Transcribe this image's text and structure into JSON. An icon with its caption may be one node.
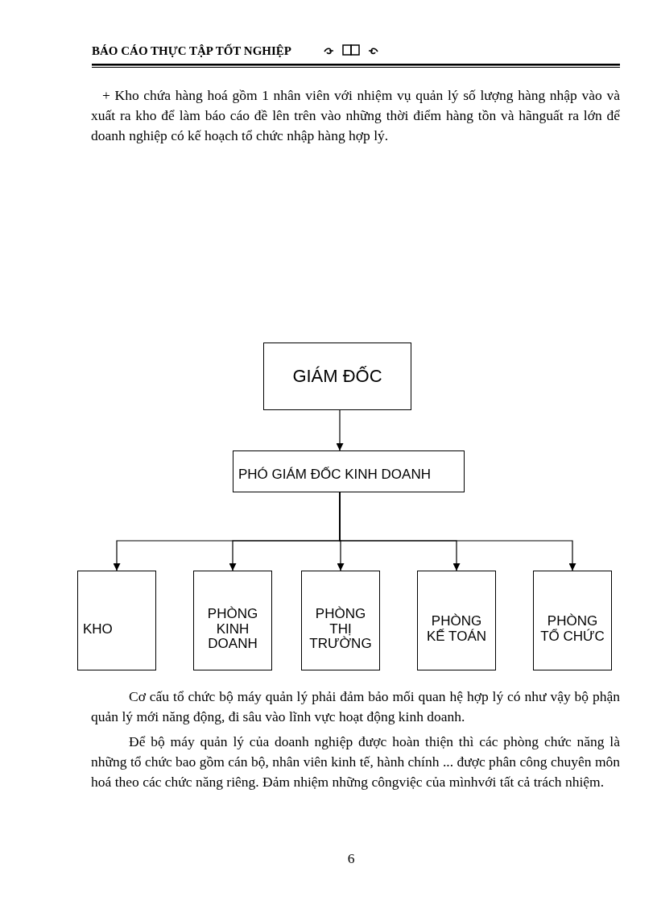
{
  "diagram": {
    "title": "BÁO CÁO THỰC TẬP TỐT NGHIỆP",
    "nodes": [
      {
        "text": [
          "GIÁM ĐỐC"
        ]
      },
      {
        "text": [
          "PHÓ GIÁM ĐỐC KINH DOANH"
        ]
      },
      {
        "text": [
          "KHO"
        ]
      },
      {
        "text": [
          "PHÒNG KINH DOANH"
        ]
      },
      {
        "text": [
          "PHÒNG THỊ TRƯỜNG"
        ]
      },
      {
        "text": [
          "PHÒNG KẾ TOÁN"
        ]
      },
      {
        "text": [
          "PHÒNG TỔ CHỨC"
        ]
      }
    ],
    "edges": [
      {
        "from": 0,
        "to": 1,
        "arrow": "to"
      },
      {
        "from": 1,
        "to": 2,
        "arrow": "to"
      },
      {
        "from": 1,
        "to": 3,
        "arrow": "to"
      },
      {
        "from": 1,
        "to": 4,
        "arrow": "to"
      },
      {
        "from": 1,
        "to": 5,
        "arrow": "to"
      },
      {
        "from": 1,
        "to": 6,
        "arrow": "to"
      }
    ],
    "labels": [
      "+ Kho chứa hàng hoá gồm 1 nhân viên với nhiệm vụ quản lý số lượng hàng nhập vào và xuất ra kho để làm báo cáo đề lên trên vào những thời điểm hàng tồn và hãnguất ra lớn để doanh nghiệp có kế hoạch tổ chức nhập hàng hợp lý.",
      "Cơ cấu tổ chức bộ máy quản lý phải đảm bảo mối quan hệ hợp lý có như vậy bộ phận quản lý mới năng động, đi sâu vào lĩnh vực hoạt động kinh doanh.",
      "Để bộ máy quản lý của doanh nghiệp được hoàn thiện thì các phòng chức năng là những tổ chức bao gồm cán bộ, nhân viên kinh tế, hành chính ... được phân công chuyên môn hoá theo các chức năng riêng. Đảm nhiệm những côngviệc của mìnhvới tất cả trách nhiệm.",
      "6"
    ]
  }
}
